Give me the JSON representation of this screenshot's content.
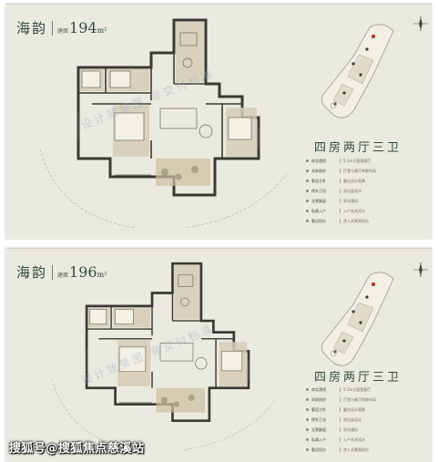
{
  "plans": [
    {
      "name": "海韵",
      "unit_text": "建面",
      "area": "194",
      "area_unit": "m²",
      "layout": "四房两厅三卫",
      "watermark": "设计效果图 非交付标准",
      "features": [
        {
          "label": "南北通透",
          "desc": "5.1m大面宽客厅"
        },
        {
          "label": "关联厨房",
          "desc": "厅堂与餐厅串联布局"
        },
        {
          "label": "奢适主卧",
          "desc": "露台设计观景"
        },
        {
          "label": "德系卫浴",
          "desc": "双台盆设计"
        },
        {
          "label": "全景飘窗",
          "desc": "采光通风"
        },
        {
          "label": "私属入户",
          "desc": "入户玄关设计"
        },
        {
          "label": "奢适阳台",
          "desc": "步入式景观阳台"
        }
      ]
    },
    {
      "name": "海韵",
      "unit_text": "建面",
      "area": "196",
      "area_unit": "m²",
      "layout": "四房两厅三卫",
      "watermark": "设计效果图 非交付标准",
      "features": [
        {
          "label": "南北通透",
          "desc": "5.1m大面宽客厅"
        },
        {
          "label": "关联厨房",
          "desc": "厅堂与餐厅串联布局"
        },
        {
          "label": "奢适主卧",
          "desc": "露台设计观景"
        },
        {
          "label": "德系卫浴",
          "desc": "双台盆设计"
        },
        {
          "label": "全景飘窗",
          "desc": "采光通风"
        },
        {
          "label": "私属入户",
          "desc": "入户玄关设计"
        },
        {
          "label": "奢适阳台",
          "desc": "步入式景观阳台"
        }
      ]
    }
  ],
  "credit": {
    "prefix": "搜狐号",
    "at": "@",
    "name": "搜狐焦点慈溪站"
  },
  "colors": {
    "card_bg": "#ebeae0",
    "title_green": "#2e4a3f",
    "wall": "#3a3a34",
    "floor_tan": "#d6cdb8"
  }
}
